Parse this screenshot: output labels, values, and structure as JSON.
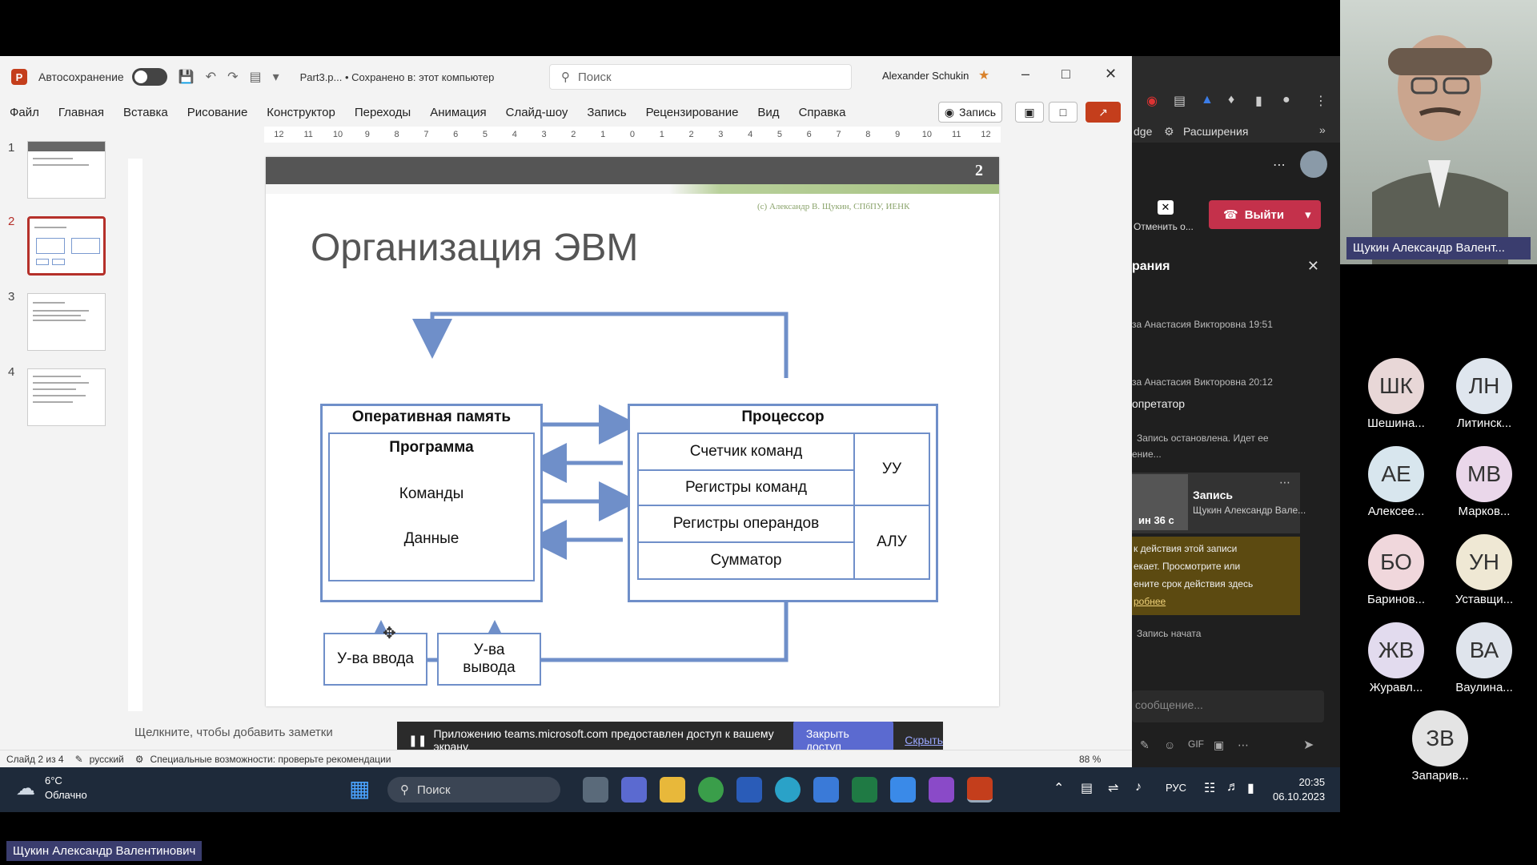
{
  "ppt": {
    "autosave_label": "Автосохранение",
    "file_title": "Part3.p... • Сохранено в: этот компьютер",
    "search_placeholder": "Поиск",
    "user_name": "Alexander Schukin",
    "menu": [
      "Файл",
      "Главная",
      "Вставка",
      "Рисование",
      "Конструктор",
      "Переходы",
      "Анимация",
      "Слайд-шоу",
      "Запись",
      "Рецензирование",
      "Вид",
      "Справка"
    ],
    "record_button": "Запись",
    "thumb_numbers": [
      "1",
      "2",
      "3",
      "4"
    ],
    "ruler_ticks": [
      "12",
      "11",
      "10",
      "9",
      "8",
      "7",
      "6",
      "5",
      "4",
      "3",
      "2",
      "1",
      "0",
      "1",
      "2",
      "3",
      "4",
      "5",
      "6",
      "7",
      "8",
      "9",
      "10",
      "11",
      "12"
    ],
    "notes_placeholder": "Щелкните, чтобы добавить заметки",
    "status": {
      "slide": "Слайд 2 из 4",
      "language": "русский",
      "accessibility": "Специальные возможности: проверьте рекомендации",
      "zoom": "88 %"
    },
    "share_toast": {
      "message": "Приложению teams.microsoft.com предоставлен доступ к вашему экрану.",
      "stop_button": "Закрыть доступ",
      "hide_link": "Скрыть"
    }
  },
  "slide": {
    "number": "2",
    "credit": "(с) Александр В. Щукин, СПбПУ, ИЕНК",
    "title": "Организация ЭВМ",
    "memory_title": "Оперативная память",
    "program_title": "Программа",
    "commands": "Команды",
    "data": "Данные",
    "processor_title": "Процессор",
    "rows": [
      "Счетчик команд",
      "Регистры команд",
      "Регистры операндов",
      "Сумматор"
    ],
    "uu": "УУ",
    "alu": "АЛУ",
    "input_device": "У-ва ввода",
    "output_device_1": "У-ва",
    "output_device_2": "вывода"
  },
  "browser": {
    "extensions_label": "Расширения",
    "edge_fragment": "dge",
    "cancel_label": "Отменить о...",
    "leave_button": "Выйти",
    "chat_header": "рания",
    "msg1_meta": "за Анастасия Викторовна  19:51",
    "msg2_meta": "за Анастасия Викторовна  20:12",
    "msg2_text": "опретатор",
    "rec_stopped_1": "Запись остановлена. Идет ее",
    "rec_stopped_2": "ение...",
    "rec_card_title": "Запись",
    "rec_card_sub": "Щукин Александр Вале...",
    "rec_card_time": "ин 36 с",
    "warn_lines": [
      "к действия этой записи",
      "екает. Просмотрите или",
      "ените срок действия здесь",
      "робнее"
    ],
    "rec_started": "Запись начата",
    "message_placeholder": "сообщение..."
  },
  "people": {
    "camera_name": "Щукин Александр Валент...",
    "participants": [
      {
        "initials": "ШК",
        "name": "Шешина...",
        "color": "#e8d7d7"
      },
      {
        "initials": "ЛН",
        "name": "Литинск...",
        "color": "#dfe6ee"
      },
      {
        "initials": "АЕ",
        "name": "Алексее...",
        "color": "#d8e6ee"
      },
      {
        "initials": "МВ",
        "name": "Марков...",
        "color": "#ead7ea"
      },
      {
        "initials": "БО",
        "name": "Баринов...",
        "color": "#f0d7dc"
      },
      {
        "initials": "УН",
        "name": "Уставщи...",
        "color": "#efe8d4"
      },
      {
        "initials": "ЖВ",
        "name": "Журавл...",
        "color": "#e2dbee"
      },
      {
        "initials": "ВА",
        "name": "Ваулина...",
        "color": "#dfe4ec"
      },
      {
        "initials": "ЗВ",
        "name": "Запарив...",
        "color": "#e4e4e4"
      }
    ]
  },
  "taskbar": {
    "temp": "6°C",
    "weather": "Облачно",
    "search": "Поиск",
    "lang": "РУС",
    "time": "20:35",
    "date": "06.10.2023"
  },
  "bottom_name": "Щукин Александр Валентинович"
}
